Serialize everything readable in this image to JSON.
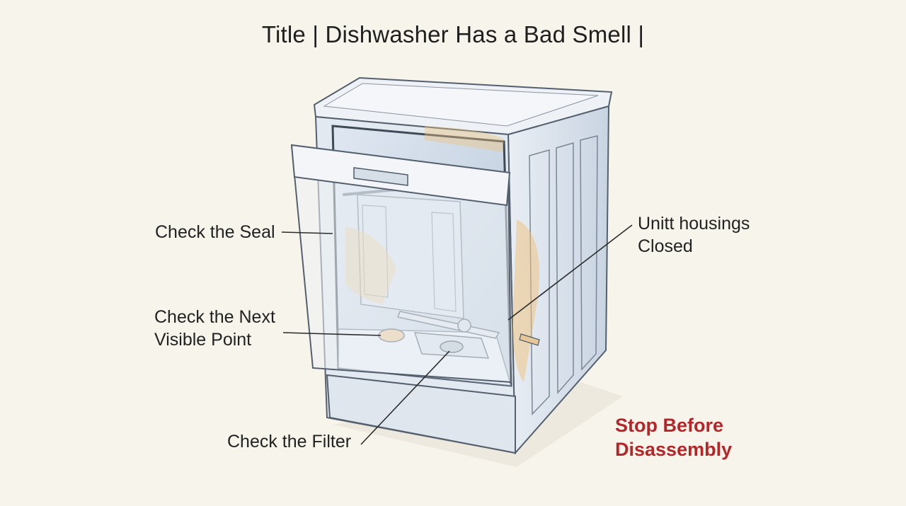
{
  "title": "Title | Dishwasher Has a Bad Smell |",
  "labels": {
    "seal": "Check the Seal",
    "next_visible_point": [
      "Check the Next",
      "Visible Point"
    ],
    "filter": "Check the Filter",
    "housings": [
      "Unitt housings",
      "Closed"
    ],
    "warning": [
      "Stop Before",
      "Disassembly"
    ]
  },
  "colors": {
    "background": "#f7f4ec",
    "warning": "#b3262a",
    "accent_stain": "#f0c27a",
    "steel": "#cdd8e6"
  }
}
